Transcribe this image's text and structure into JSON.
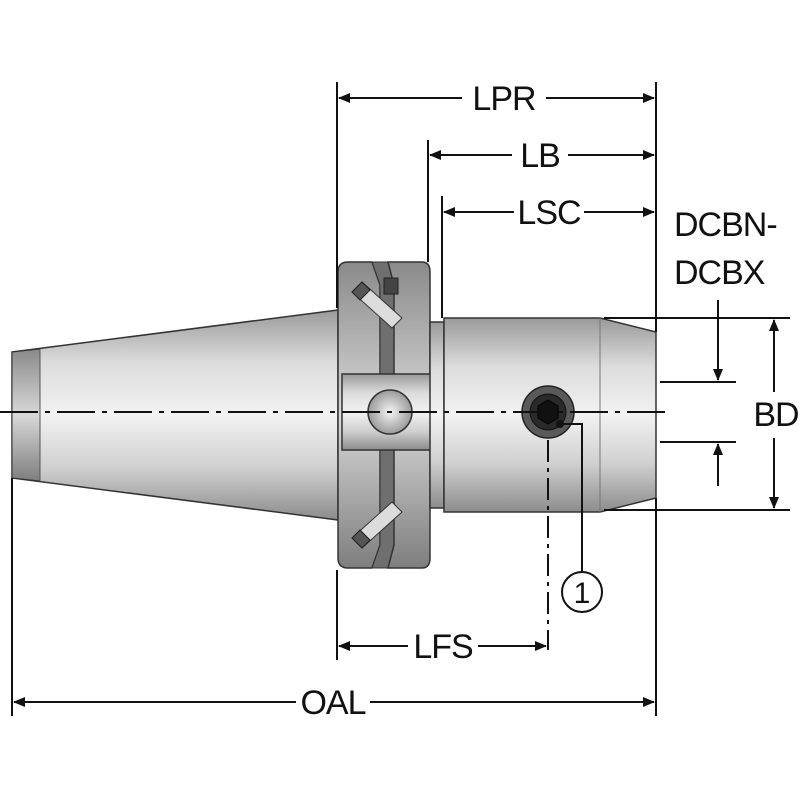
{
  "dimensions": {
    "lpr": "LPR",
    "lb": "LB",
    "lsc": "LSC",
    "dcbn_line1": "DCBN-",
    "dcbn_line2": "DCBX",
    "bd": "BD",
    "lfs": "LFS",
    "oal": "OAL"
  },
  "callouts": {
    "one": "1"
  },
  "colors": {
    "line": "#111111",
    "metal_light": "#e6e6e6",
    "metal_mid": "#bdbdbd",
    "metal_dark": "#7a7a7a"
  }
}
